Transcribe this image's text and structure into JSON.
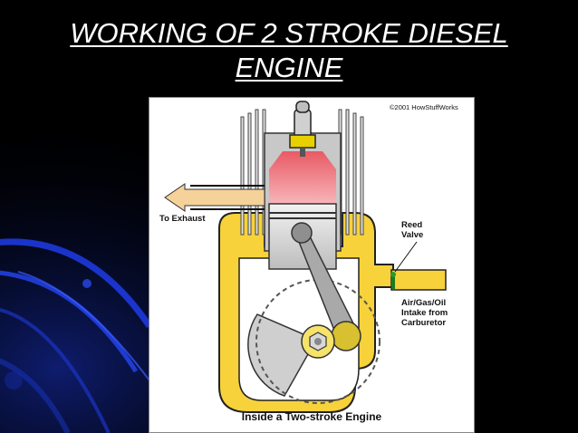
{
  "slide": {
    "title_line1": "WORKING OF 2 STROKE DIESEL",
    "title_line2": "ENGINE"
  },
  "figure": {
    "credit": "©2001 HowStuffWorks",
    "caption": "Inside a Two-stroke Engine",
    "labels": {
      "exhaust": "To Exhaust",
      "reed_line1": "Reed",
      "reed_line2": "Valve",
      "intake_line1": "Air/Gas/Oil",
      "intake_line2": "Intake from",
      "intake_line3": "Carburetor"
    }
  },
  "colors": {
    "background": "#000000",
    "accent_blue": "#1f3df5",
    "crankcase_yellow": "#f7d23a",
    "chamber_red": "#f0606c",
    "exhaust_arrow": "#f6d29b",
    "cylinder_gray": "#b9b9b9"
  }
}
